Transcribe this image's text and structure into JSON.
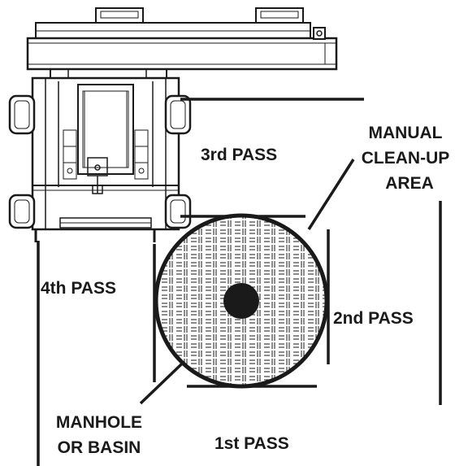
{
  "labels": {
    "third_pass": "3rd PASS",
    "fourth_pass": "4th PASS",
    "second_pass": "2nd PASS",
    "first_pass": "1st PASS",
    "manual_line1": "MANUAL",
    "manual_line2": "CLEAN-UP",
    "manual_line3": "AREA",
    "manhole_line1": "MANHOLE",
    "manhole_line2": "OR BASIN"
  },
  "colors": {
    "ink": "#1a1a1a",
    "background": "#ffffff"
  }
}
